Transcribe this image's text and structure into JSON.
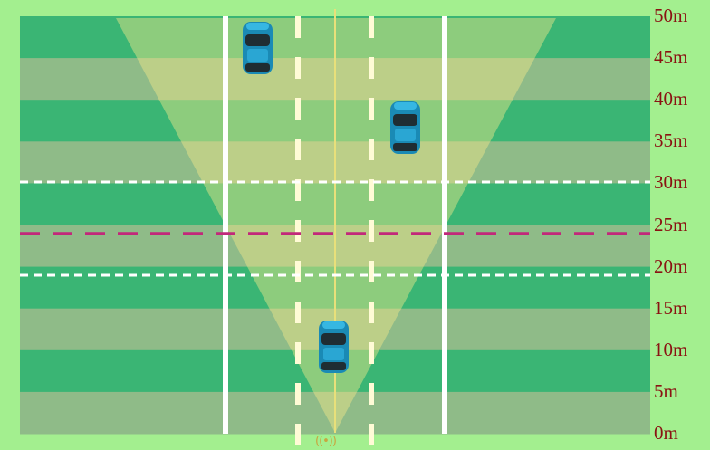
{
  "scale": {
    "unit": "m",
    "labels": [
      "50m",
      "45m",
      "40m",
      "35m",
      "30m",
      "25m",
      "20m",
      "15m",
      "10m",
      "5m",
      "0m"
    ]
  },
  "stripes": [
    "#3ab574",
    "#8fbb88"
  ],
  "sensor": {
    "icon": "radar-sensor-icon",
    "glyph": "((•))"
  },
  "cars": [
    {
      "id": "car-top-left",
      "color": "#1a8ab5"
    },
    {
      "id": "car-right",
      "color": "#1a8ab5"
    },
    {
      "id": "car-bottom",
      "color": "#1a8ab5"
    }
  ],
  "colors": {
    "background": "#a3ef8f",
    "fov": "#f3e98a",
    "lane_line": "#ffffff",
    "center_dash": "#fffbd6",
    "threshold_line": "#c2287a",
    "label": "#8a1212"
  }
}
